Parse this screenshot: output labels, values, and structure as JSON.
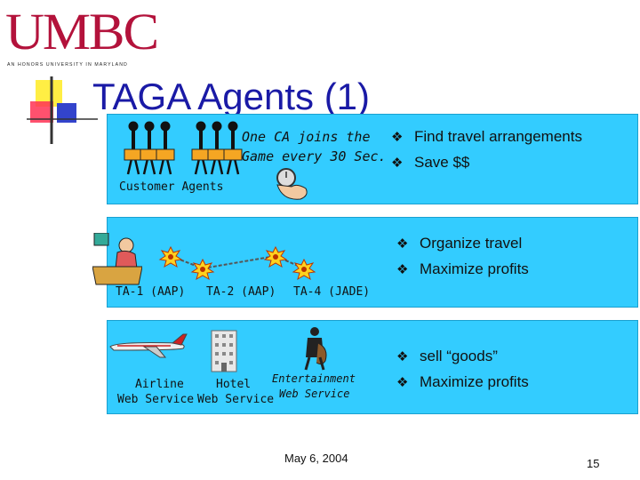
{
  "logo": {
    "word": "UMBC",
    "tagline": "AN HONORS UNIVERSITY IN MARYLAND"
  },
  "title": "TAGA Agents (1)",
  "panel1": {
    "note_line1": "One CA joins the",
    "note_line2": "Game every 30 Sec.",
    "caption": "Customer Agents",
    "bullets": [
      "Find travel arrangements",
      "Save $$"
    ]
  },
  "panel2": {
    "labels": [
      "TA-1 (AAP)",
      "TA-2 (AAP)",
      "TA-4 (JADE)"
    ],
    "bullets": [
      "Organize travel",
      "Maximize profits"
    ]
  },
  "panel3": {
    "airline_line1": "Airline",
    "airline_line2": "Web Service",
    "hotel_line1": "Hotel",
    "hotel_line2": "Web Service",
    "ent_line1": "Entertainment",
    "ent_line2": "Web Service",
    "bullets": [
      "sell “goods”",
      "Maximize profits"
    ]
  },
  "bullet_marker": "❖",
  "footer": {
    "date": "May 6, 2004",
    "page": "15"
  },
  "colors": {
    "panel": "#33ccff",
    "title": "#1a1aa6",
    "logo": "#b3123b"
  }
}
